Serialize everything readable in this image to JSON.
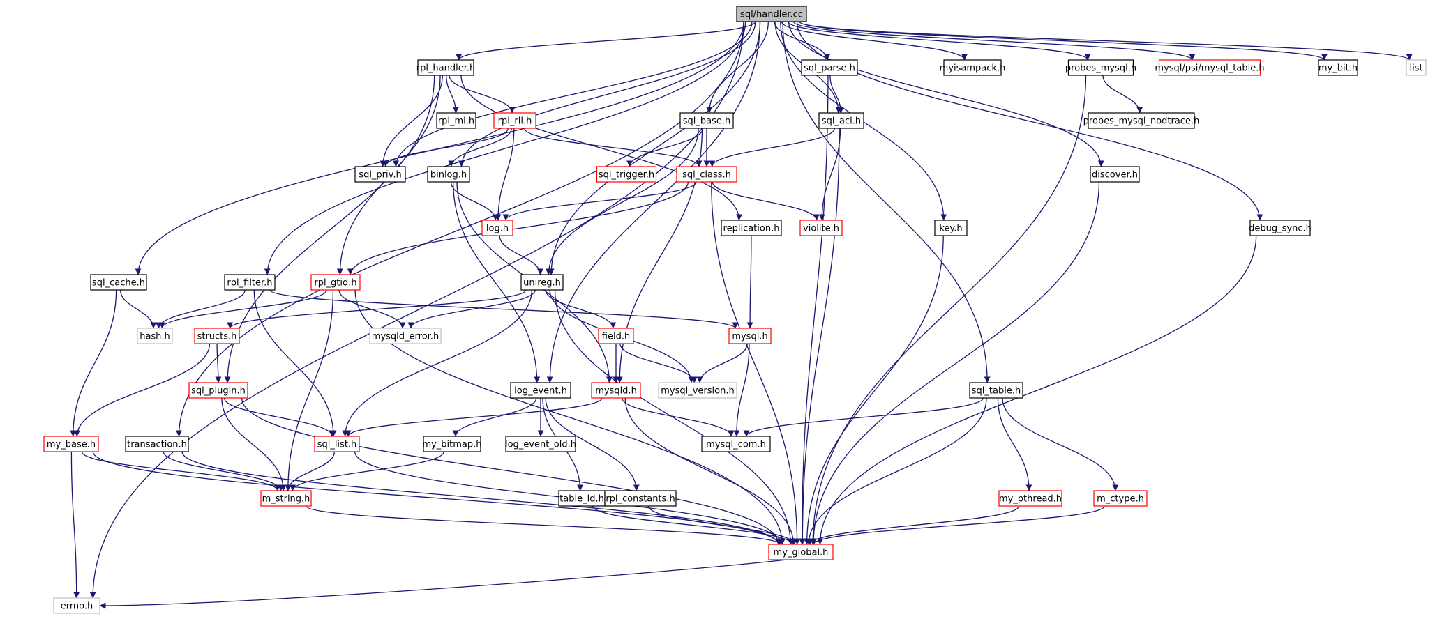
{
  "root": "sql/handler.cc",
  "nodes": [
    {
      "id": "handler_cc",
      "label": "sql/handler.cc",
      "style": "root"
    },
    {
      "id": "rpl_handler",
      "label": "rpl_handler.h",
      "style": "black"
    },
    {
      "id": "sql_parse",
      "label": "sql_parse.h",
      "style": "black"
    },
    {
      "id": "myisampack",
      "label": "myisampack.h",
      "style": "black"
    },
    {
      "id": "probes_mysql",
      "label": "probes_mysql.h",
      "style": "black"
    },
    {
      "id": "psi_mysql_table",
      "label": "mysql/psi/mysql_table.h",
      "style": "red"
    },
    {
      "id": "my_bit",
      "label": "my_bit.h",
      "style": "black"
    },
    {
      "id": "list",
      "label": "list",
      "style": "gray"
    },
    {
      "id": "rpl_mi",
      "label": "rpl_mi.h",
      "style": "black"
    },
    {
      "id": "rpl_rli",
      "label": "rpl_rli.h",
      "style": "red"
    },
    {
      "id": "sql_base",
      "label": "sql_base.h",
      "style": "black"
    },
    {
      "id": "sql_acl",
      "label": "sql_acl.h",
      "style": "black"
    },
    {
      "id": "probes_mysql_nodtrace",
      "label": "probes_mysql_nodtrace.h",
      "style": "black"
    },
    {
      "id": "sql_priv",
      "label": "sql_priv.h",
      "style": "black"
    },
    {
      "id": "binlog",
      "label": "binlog.h",
      "style": "black"
    },
    {
      "id": "sql_trigger",
      "label": "sql_trigger.h",
      "style": "red"
    },
    {
      "id": "sql_class",
      "label": "sql_class.h",
      "style": "red"
    },
    {
      "id": "discover",
      "label": "discover.h",
      "style": "black"
    },
    {
      "id": "log_h",
      "label": "log.h",
      "style": "red"
    },
    {
      "id": "replication",
      "label": "replication.h",
      "style": "black"
    },
    {
      "id": "violite",
      "label": "violite.h",
      "style": "red"
    },
    {
      "id": "key_h",
      "label": "key.h",
      "style": "black"
    },
    {
      "id": "debug_sync",
      "label": "debug_sync.h",
      "style": "black"
    },
    {
      "id": "sql_cache",
      "label": "sql_cache.h",
      "style": "black"
    },
    {
      "id": "rpl_filter",
      "label": "rpl_filter.h",
      "style": "black"
    },
    {
      "id": "rpl_gtid",
      "label": "rpl_gtid.h",
      "style": "red"
    },
    {
      "id": "unireg",
      "label": "unireg.h",
      "style": "black"
    },
    {
      "id": "hash_h",
      "label": "hash.h",
      "style": "gray"
    },
    {
      "id": "structs",
      "label": "structs.h",
      "style": "red"
    },
    {
      "id": "mysqld_error",
      "label": "mysqld_error.h",
      "style": "gray"
    },
    {
      "id": "field_h",
      "label": "field.h",
      "style": "red"
    },
    {
      "id": "mysql_h",
      "label": "mysql.h",
      "style": "red"
    },
    {
      "id": "sql_plugin",
      "label": "sql_plugin.h",
      "style": "red"
    },
    {
      "id": "log_event",
      "label": "log_event.h",
      "style": "black"
    },
    {
      "id": "mysqld_h",
      "label": "mysqld.h",
      "style": "red"
    },
    {
      "id": "mysql_version",
      "label": "mysql_version.h",
      "style": "gray"
    },
    {
      "id": "sql_table",
      "label": "sql_table.h",
      "style": "black"
    },
    {
      "id": "my_base",
      "label": "my_base.h",
      "style": "red"
    },
    {
      "id": "transaction",
      "label": "transaction.h",
      "style": "black"
    },
    {
      "id": "sql_list",
      "label": "sql_list.h",
      "style": "red"
    },
    {
      "id": "my_bitmap",
      "label": "my_bitmap.h",
      "style": "black"
    },
    {
      "id": "log_event_old",
      "label": "log_event_old.h",
      "style": "black"
    },
    {
      "id": "mysql_com",
      "label": "mysql_com.h",
      "style": "black"
    },
    {
      "id": "m_string",
      "label": "m_string.h",
      "style": "red"
    },
    {
      "id": "table_id",
      "label": "table_id.h",
      "style": "black"
    },
    {
      "id": "rpl_constants",
      "label": "rpl_constants.h",
      "style": "black"
    },
    {
      "id": "my_pthread",
      "label": "my_pthread.h",
      "style": "red"
    },
    {
      "id": "m_ctype",
      "label": "m_ctype.h",
      "style": "red"
    },
    {
      "id": "my_global",
      "label": "my_global.h",
      "style": "red"
    },
    {
      "id": "errno_h",
      "label": "errno.h",
      "style": "gray"
    }
  ],
  "edges": [
    [
      "handler_cc",
      "errno_h"
    ],
    [
      "handler_cc",
      "transaction"
    ],
    [
      "handler_cc",
      "sql_cache"
    ],
    [
      "handler_cc",
      "rpl_filter"
    ],
    [
      "handler_cc",
      "log_event"
    ],
    [
      "handler_cc",
      "sql_priv"
    ],
    [
      "handler_cc",
      "rpl_handler"
    ],
    [
      "handler_cc",
      "unireg"
    ],
    [
      "handler_cc",
      "binlog"
    ],
    [
      "handler_cc",
      "sql_base"
    ],
    [
      "handler_cc",
      "sql_parse"
    ],
    [
      "handler_cc",
      "sql_acl"
    ],
    [
      "handler_cc",
      "myisampack"
    ],
    [
      "handler_cc",
      "key_h"
    ],
    [
      "handler_cc",
      "sql_table"
    ],
    [
      "handler_cc",
      "discover"
    ],
    [
      "handler_cc",
      "probes_mysql"
    ],
    [
      "handler_cc",
      "psi_mysql_table"
    ],
    [
      "handler_cc",
      "debug_sync"
    ],
    [
      "handler_cc",
      "my_bit"
    ],
    [
      "handler_cc",
      "list"
    ],
    [
      "rpl_handler",
      "sql_priv"
    ],
    [
      "rpl_handler",
      "rpl_mi"
    ],
    [
      "rpl_handler",
      "rpl_rli"
    ],
    [
      "rpl_handler",
      "sql_plugin"
    ],
    [
      "rpl_handler",
      "rpl_gtid"
    ],
    [
      "rpl_handler",
      "replication"
    ],
    [
      "rpl_rli",
      "sql_priv"
    ],
    [
      "rpl_rli",
      "binlog"
    ],
    [
      "rpl_rli",
      "log_h"
    ],
    [
      "rpl_rli",
      "sql_class"
    ],
    [
      "sql_base",
      "sql_trigger"
    ],
    [
      "sql_base",
      "sql_class"
    ],
    [
      "sql_base",
      "unireg"
    ],
    [
      "sql_base",
      "mysqld_h"
    ],
    [
      "sql_parse",
      "sql_acl"
    ],
    [
      "sql_parse",
      "my_global"
    ],
    [
      "sql_acl",
      "sql_class"
    ],
    [
      "sql_acl",
      "violite"
    ],
    [
      "sql_acl",
      "my_global"
    ],
    [
      "probes_mysql",
      "probes_mysql_nodtrace"
    ],
    [
      "probes_mysql",
      "my_global"
    ],
    [
      "binlog",
      "log_h"
    ],
    [
      "binlog",
      "log_event"
    ],
    [
      "binlog",
      "mysqld_h"
    ],
    [
      "sql_class",
      "log_h"
    ],
    [
      "sql_class",
      "rpl_gtid"
    ],
    [
      "sql_class",
      "violite"
    ],
    [
      "sql_class",
      "my_global"
    ],
    [
      "log_h",
      "unireg"
    ],
    [
      "replication",
      "mysql_h"
    ],
    [
      "discover",
      "my_global"
    ],
    [
      "key_h",
      "my_global"
    ],
    [
      "debug_sync",
      "my_global"
    ],
    [
      "sql_cache",
      "hash_h"
    ],
    [
      "sql_cache",
      "my_base"
    ],
    [
      "rpl_filter",
      "hash_h"
    ],
    [
      "rpl_filter",
      "sql_list"
    ],
    [
      "rpl_filter",
      "mysql_h"
    ],
    [
      "rpl_gtid",
      "hash_h"
    ],
    [
      "rpl_gtid",
      "mysqld_error"
    ],
    [
      "rpl_gtid",
      "m_string"
    ],
    [
      "rpl_gtid",
      "my_global"
    ],
    [
      "unireg",
      "structs"
    ],
    [
      "unireg",
      "mysqld_error"
    ],
    [
      "unireg",
      "field_h"
    ],
    [
      "unireg",
      "mysql_version"
    ],
    [
      "unireg",
      "sql_list"
    ],
    [
      "unireg",
      "my_global"
    ],
    [
      "structs",
      "sql_plugin"
    ],
    [
      "structs",
      "my_base"
    ],
    [
      "field_h",
      "mysqld_h"
    ],
    [
      "field_h",
      "mysql_version"
    ],
    [
      "mysql_h",
      "mysql_version"
    ],
    [
      "mysql_h",
      "mysql_com"
    ],
    [
      "sql_plugin",
      "sql_list"
    ],
    [
      "sql_plugin",
      "m_string"
    ],
    [
      "sql_plugin",
      "my_global"
    ],
    [
      "log_event",
      "my_bitmap"
    ],
    [
      "log_event",
      "log_event_old"
    ],
    [
      "log_event",
      "table_id"
    ],
    [
      "log_event",
      "rpl_constants"
    ],
    [
      "mysqld_h",
      "sql_list"
    ],
    [
      "mysqld_h",
      "mysql_com"
    ],
    [
      "mysqld_h",
      "my_global"
    ],
    [
      "sql_table",
      "mysql_com"
    ],
    [
      "sql_table",
      "my_pthread"
    ],
    [
      "sql_table",
      "m_ctype"
    ],
    [
      "sql_table",
      "my_global"
    ],
    [
      "my_base",
      "m_string"
    ],
    [
      "my_base",
      "my_global"
    ],
    [
      "my_base",
      "errno_h"
    ],
    [
      "transaction",
      "m_string"
    ],
    [
      "transaction",
      "my_global"
    ],
    [
      "sql_list",
      "m_string"
    ],
    [
      "sql_list",
      "my_global"
    ],
    [
      "my_bitmap",
      "m_string"
    ],
    [
      "m_string",
      "my_global"
    ],
    [
      "table_id",
      "my_global"
    ],
    [
      "rpl_constants",
      "my_global"
    ],
    [
      "my_pthread",
      "my_global"
    ],
    [
      "m_ctype",
      "my_global"
    ],
    [
      "my_global",
      "errno_h"
    ]
  ],
  "colors": {
    "edge": "#191970",
    "root_fill": "#bfbfbf",
    "border_black": "#000000",
    "border_red": "#ff0000",
    "border_gray": "#bfbfbf",
    "text_gray": "#000000"
  }
}
